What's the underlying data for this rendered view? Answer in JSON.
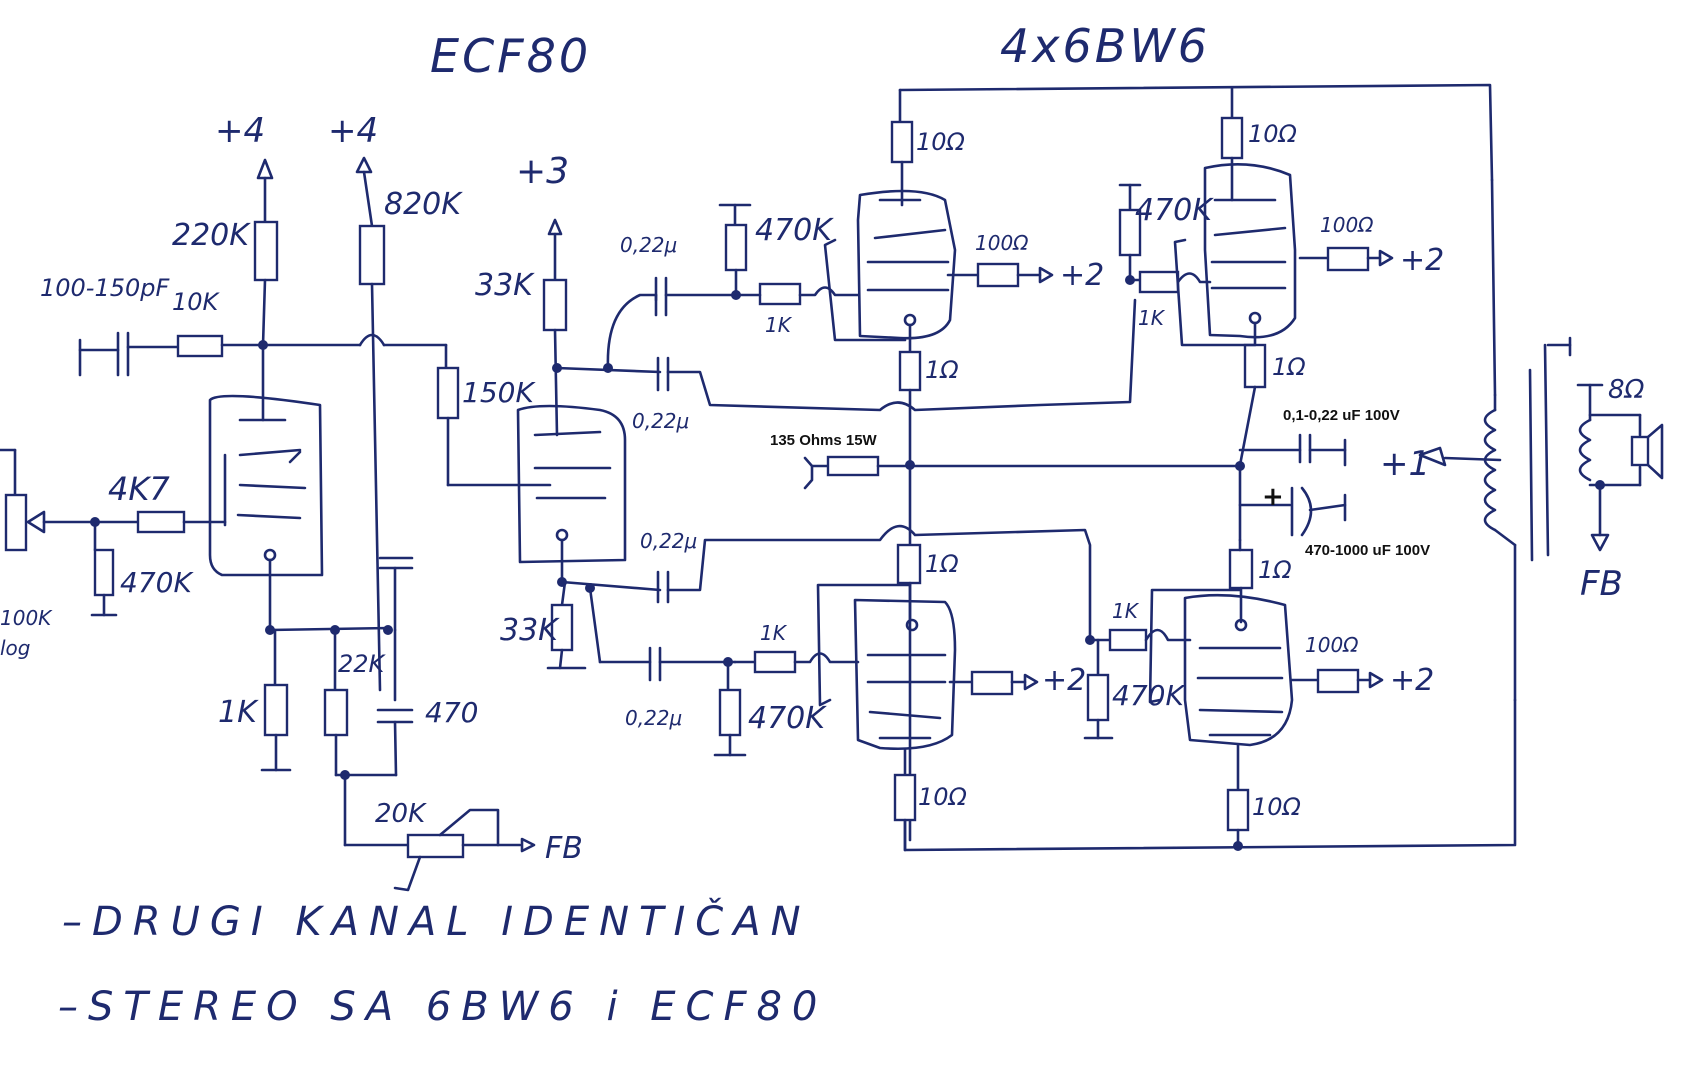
{
  "titles": {
    "left_tube": "ECF80",
    "right_tubes": "4x6BW6"
  },
  "supply": {
    "plus4_a": "+4",
    "plus4_b": "+4",
    "plus3": "+3",
    "plus2": "+2",
    "plus1": "+1"
  },
  "preamp": {
    "r_plate1": "220K",
    "r_plate2": "820K",
    "r_input": "10K",
    "c_input": "100-150pF",
    "r_grid_stop": "4K7",
    "r_grid_leak": "470K",
    "pot_value": "100K",
    "pot_sub": "log",
    "r_cath1": "1K",
    "r_cath2": "22K",
    "c_cath": "470",
    "r_fb_pot": "20K",
    "fb_label": "FB",
    "r_couple": "150K"
  },
  "splitter": {
    "r_plate": "33K",
    "r_cathode": "33K",
    "c1": "0,22μ",
    "c2": "0,22μ",
    "c3": "0,22μ",
    "c4": "0,22μ"
  },
  "output_stage": {
    "r_top_left": "10Ω",
    "r_top_right": "10Ω",
    "r_bot_left": "10Ω",
    "r_bot_right": "10Ω",
    "r_screen": "100Ω",
    "r_grid_leak": "470K",
    "r_grid_stop": "1K",
    "r_cathode": "1Ω",
    "load_resistor": "135 Ohms 15W",
    "cap_small": "0,1-0,22 uF 100V",
    "cap_big": "470-1000 uF 100V",
    "cap_big_plus": "+",
    "speaker_imp": "8Ω",
    "fb_label": "FB"
  },
  "notes": [
    "–DRUGI KANAL IDENTIČAN",
    "–STEREO SA 6BW6 i ECF80"
  ]
}
